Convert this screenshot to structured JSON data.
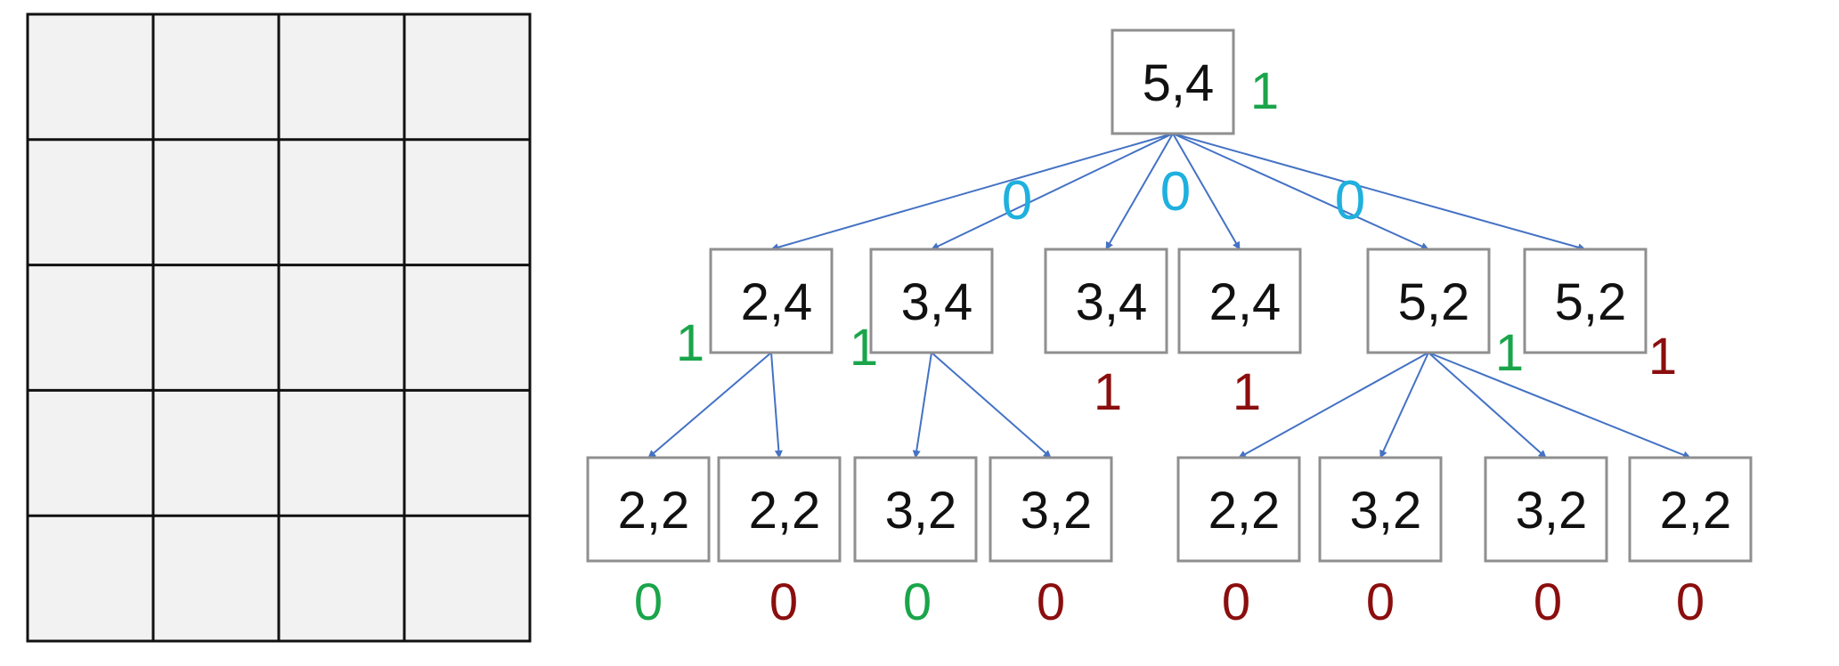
{
  "colors": {
    "grid_fill": "#f2f2f2",
    "grid_line": "#111111",
    "node_border": "#8f8f8f",
    "arrow": "#4472c4",
    "green": "#1aa54a",
    "red": "#8b0e0e",
    "blue": "#1fb0de"
  },
  "grid": {
    "rows": 5,
    "cols": 4
  },
  "tree": {
    "nodes": [
      {
        "id": "root",
        "label": "5,4",
        "value": "1",
        "value_color": "green"
      },
      {
        "id": "l1a",
        "label": "2,4",
        "value": "1",
        "value_color": "green"
      },
      {
        "id": "l1b",
        "label": "3,4",
        "value": "1",
        "value_color": "green"
      },
      {
        "id": "l1c",
        "label": "3,4",
        "value": "1",
        "value_color": "red"
      },
      {
        "id": "l1d",
        "label": "2,4",
        "value": "1",
        "value_color": "red"
      },
      {
        "id": "l1e",
        "label": "5,2",
        "value": "1",
        "value_color": "green"
      },
      {
        "id": "l1f",
        "label": "5,2",
        "value": "1",
        "value_color": "red"
      },
      {
        "id": "l2a",
        "label": "2,2",
        "value": "0",
        "value_color": "green"
      },
      {
        "id": "l2b",
        "label": "2,2",
        "value": "0",
        "value_color": "red"
      },
      {
        "id": "l2c",
        "label": "3,2",
        "value": "0",
        "value_color": "green"
      },
      {
        "id": "l2d",
        "label": "3,2",
        "value": "0",
        "value_color": "red"
      },
      {
        "id": "l2e",
        "label": "2,2",
        "value": "0",
        "value_color": "red"
      },
      {
        "id": "l2f",
        "label": "3,2",
        "value": "0",
        "value_color": "red"
      },
      {
        "id": "l2g",
        "label": "3,2",
        "value": "0",
        "value_color": "red"
      },
      {
        "id": "l2h",
        "label": "2,2",
        "value": "0",
        "value_color": "red"
      }
    ],
    "edges": [
      {
        "from": "root",
        "to": "l1a"
      },
      {
        "from": "root",
        "to": "l1b"
      },
      {
        "from": "root",
        "to": "l1c"
      },
      {
        "from": "root",
        "to": "l1d"
      },
      {
        "from": "root",
        "to": "l1e"
      },
      {
        "from": "root",
        "to": "l1f"
      },
      {
        "from": "l1a",
        "to": "l2a"
      },
      {
        "from": "l1a",
        "to": "l2b"
      },
      {
        "from": "l1b",
        "to": "l2c"
      },
      {
        "from": "l1b",
        "to": "l2d"
      },
      {
        "from": "l1e",
        "to": "l2e"
      },
      {
        "from": "l1e",
        "to": "l2f"
      },
      {
        "from": "l1e",
        "to": "l2g"
      },
      {
        "from": "l1e",
        "to": "l2h"
      }
    ],
    "edge_labels": [
      "0",
      "0",
      "0"
    ]
  }
}
